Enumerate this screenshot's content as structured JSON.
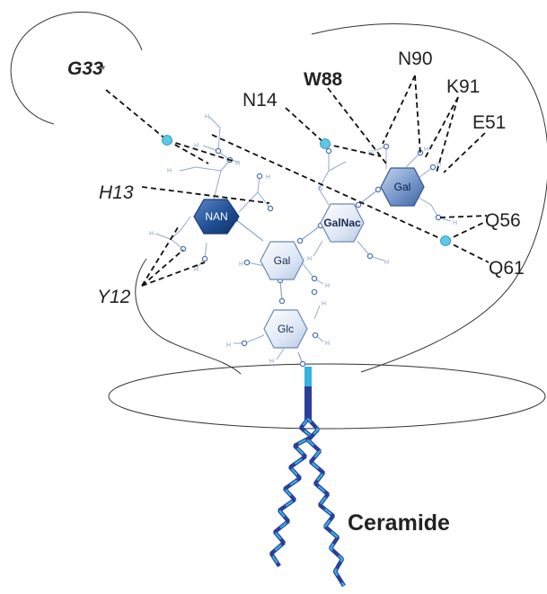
{
  "residues": {
    "g33": "G33",
    "g33_mark": "*",
    "w88": "W88",
    "n90": "N90",
    "n14": "N14",
    "k91": "K91",
    "e51": "E51",
    "h13": "H13",
    "q56": "Q56",
    "q61": "Q61",
    "y12": "Y12"
  },
  "sugars": {
    "nan": "NAN",
    "galnac": "GalNac",
    "gal_top": "Gal",
    "gal_mid": "Gal",
    "glc": "Glc"
  },
  "ceramide_label": "Ceramide",
  "colors": {
    "outline": "#333333",
    "hbond": "#111111",
    "water": "#5bc8e6",
    "nan_fill": "#1f4f94",
    "gal_top_fill": "#6f91c6",
    "light_sugar_fill": "#dde7f5",
    "ceramide_dark": "#2a3f9a",
    "ceramide_light": "#36b3e0"
  }
}
